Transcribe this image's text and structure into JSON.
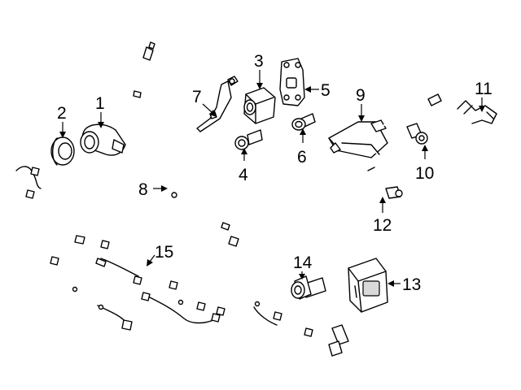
{
  "callouts": {
    "c1": "1",
    "c2": "2",
    "c3": "3",
    "c4": "4",
    "c5": "5",
    "c6": "6",
    "c7": "7",
    "c8": "8",
    "c9": "9",
    "c10": "10",
    "c11": "11",
    "c12": "12",
    "c13": "13",
    "c14": "14",
    "c15": "15"
  }
}
